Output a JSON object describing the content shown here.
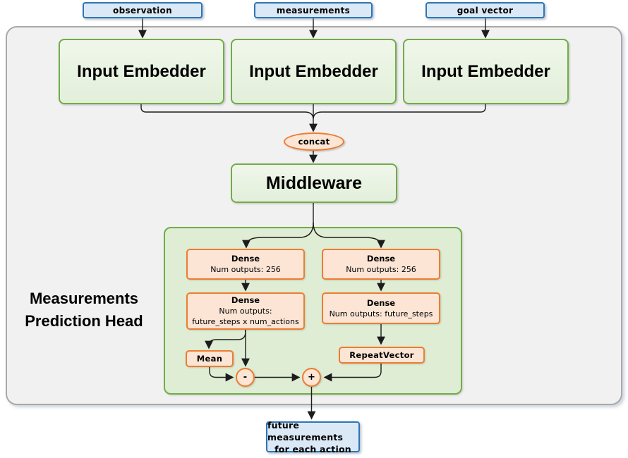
{
  "diagram": {
    "inputs": [
      {
        "label": "observation"
      },
      {
        "label": "measurements"
      },
      {
        "label": "goal vector"
      }
    ],
    "embedders": [
      {
        "label": "Input Embedder"
      },
      {
        "label": "Input Embedder"
      },
      {
        "label": "Input Embedder"
      }
    ],
    "concat": {
      "label": "concat"
    },
    "middleware": {
      "label": "Middleware"
    },
    "head": {
      "title_line1": "Measurements",
      "title_line2": "Prediction Head",
      "left": {
        "dense1_title": "Dense",
        "dense1_sub": "Num outputs: 256",
        "dense2_title": "Dense",
        "dense2_sub1": "Num outputs:",
        "dense2_sub2": "future_steps x num_actions",
        "mean_label": "Mean",
        "minus_label": "-"
      },
      "right": {
        "dense1_title": "Dense",
        "dense1_sub": "Num outputs: 256",
        "dense2_title": "Dense",
        "dense2_sub": "Num outputs: future_steps",
        "repeat_label": "RepeatVector",
        "plus_label": "+"
      }
    },
    "output": {
      "line1": "future measurements",
      "line2": "for each action"
    },
    "colors": {
      "blue_border": "#2E75B6",
      "blue_fill": "#DBE9F6",
      "green_border": "#70AD47",
      "green_fill": "#E2EFDA",
      "head_container_fill": "#DFEDD4",
      "orange_border": "#ED7D31",
      "orange_fill": "#FCE5D5",
      "frame_fill": "#F1F1F1",
      "frame_border": "#A9A9A9",
      "connector": "#1C1C1C"
    }
  }
}
